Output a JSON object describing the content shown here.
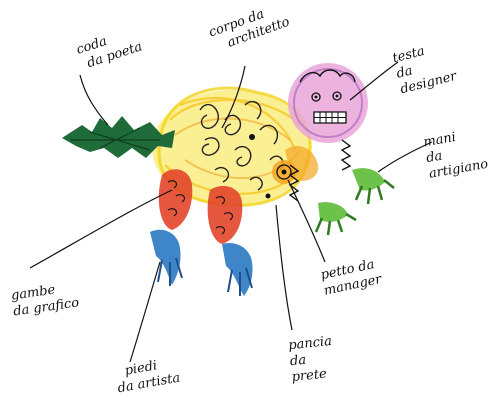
{
  "labels": {
    "tail": {
      "line1": "coda",
      "line2": "da poeta"
    },
    "body": {
      "line1": "corpo da",
      "line2": "architetto"
    },
    "head": {
      "line1": "testa",
      "line2": "da",
      "line3": "designer"
    },
    "hands": {
      "line1": "mani",
      "line2": "da",
      "line3": "artigiano"
    },
    "legs": {
      "line1": "gambe",
      "line2": "da grafico"
    },
    "chest": {
      "line1": "petto da",
      "line2": "manager"
    },
    "feet": {
      "line1": "piedi",
      "line2": "da artista"
    },
    "belly": {
      "line1": "pancia",
      "line2": "da",
      "line3": "prete"
    }
  },
  "colors": {
    "ink": "#111111",
    "body_yellow": "#f7e13a",
    "body_orange": "#f2a524",
    "head_pink": "#e8a6d8",
    "head_purple": "#b06ac0",
    "tail_green": "#1f6b3a",
    "hand_green": "#6cc24a",
    "leg_red": "#e2462a",
    "foot_blue": "#3f86c8"
  }
}
